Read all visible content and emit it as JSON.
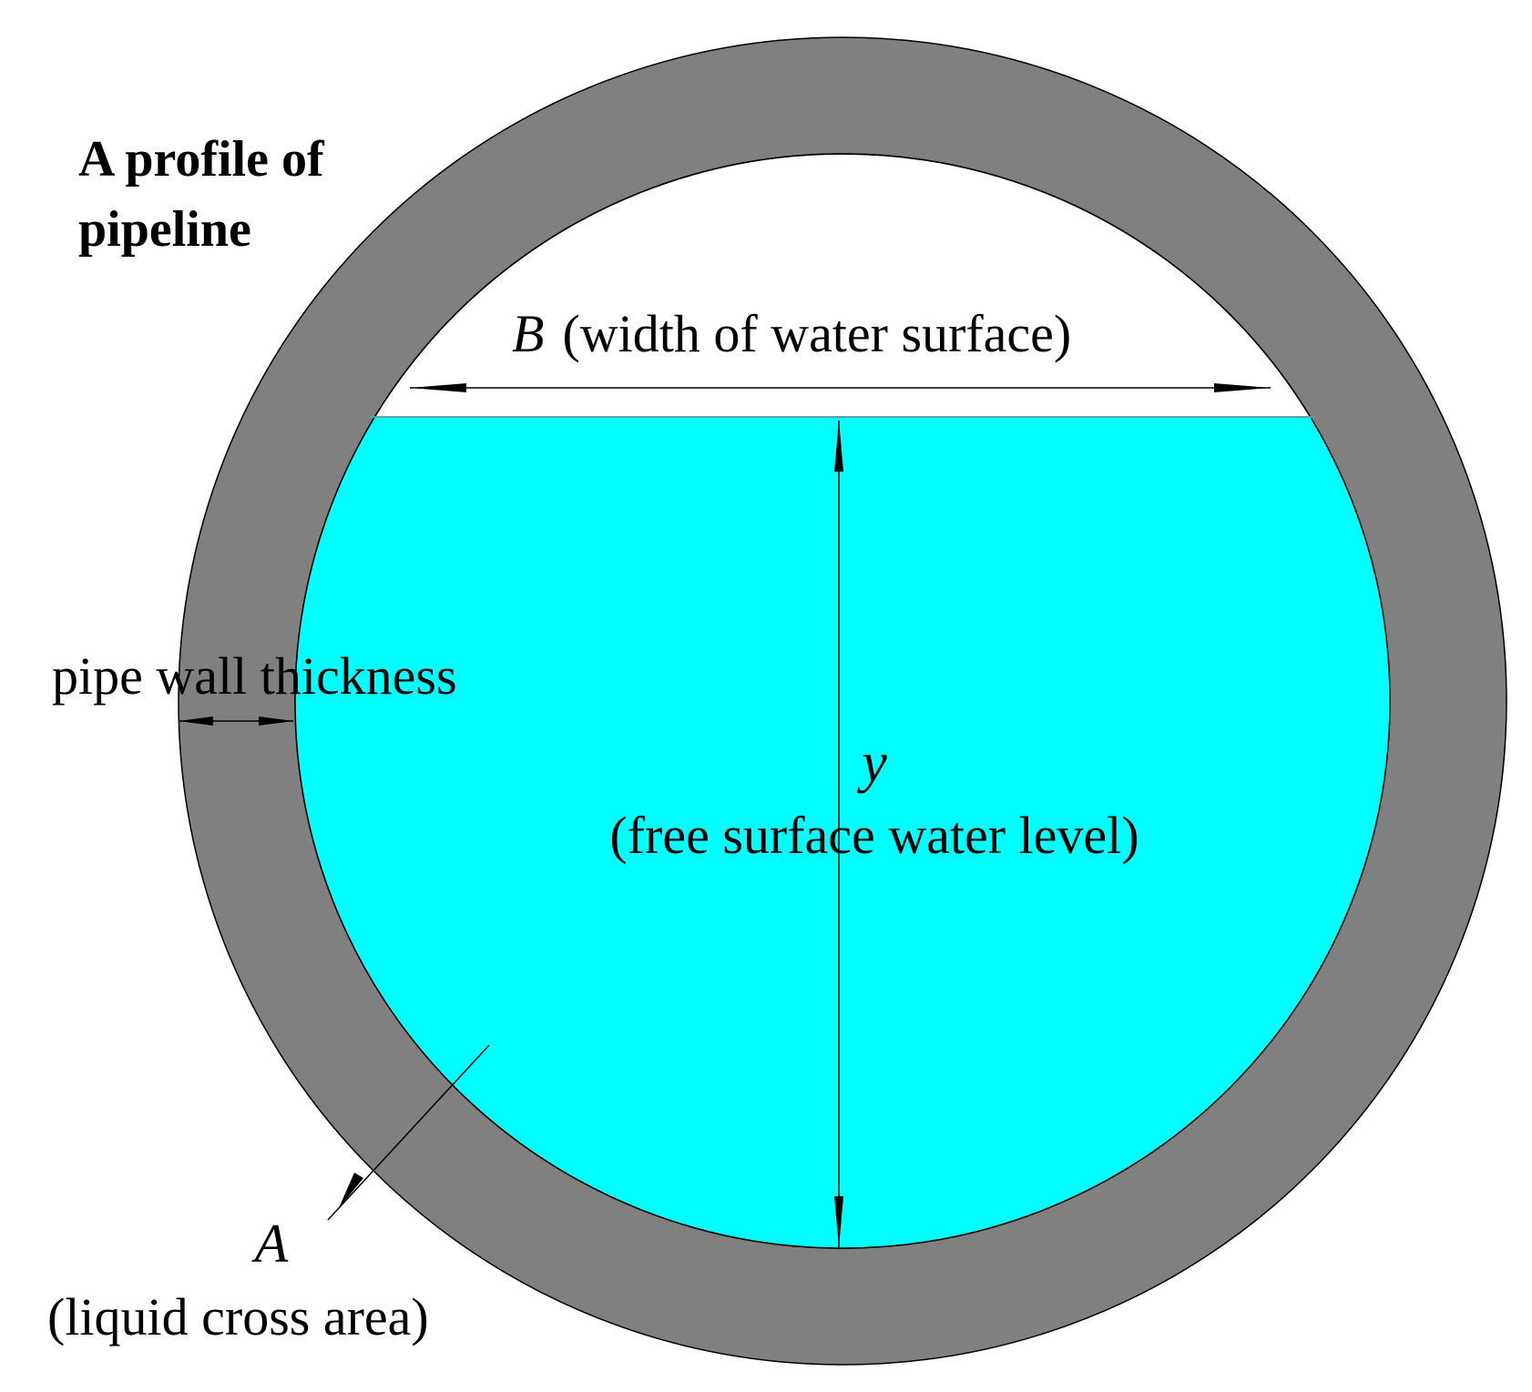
{
  "title": {
    "line1": "A profile of",
    "line2": "pipeline"
  },
  "labels": {
    "width_symbol": "B",
    "width_text": "(width of water surface)",
    "level_symbol": "y",
    "level_text": "(free surface water level)",
    "wall_text": "pipe wall thickness",
    "area_symbol": "A",
    "area_text": "(liquid cross area)"
  },
  "colors": {
    "pipe_wall": "#808080",
    "water": "#00ffff",
    "air": "#ffffff",
    "line": "#000000"
  }
}
